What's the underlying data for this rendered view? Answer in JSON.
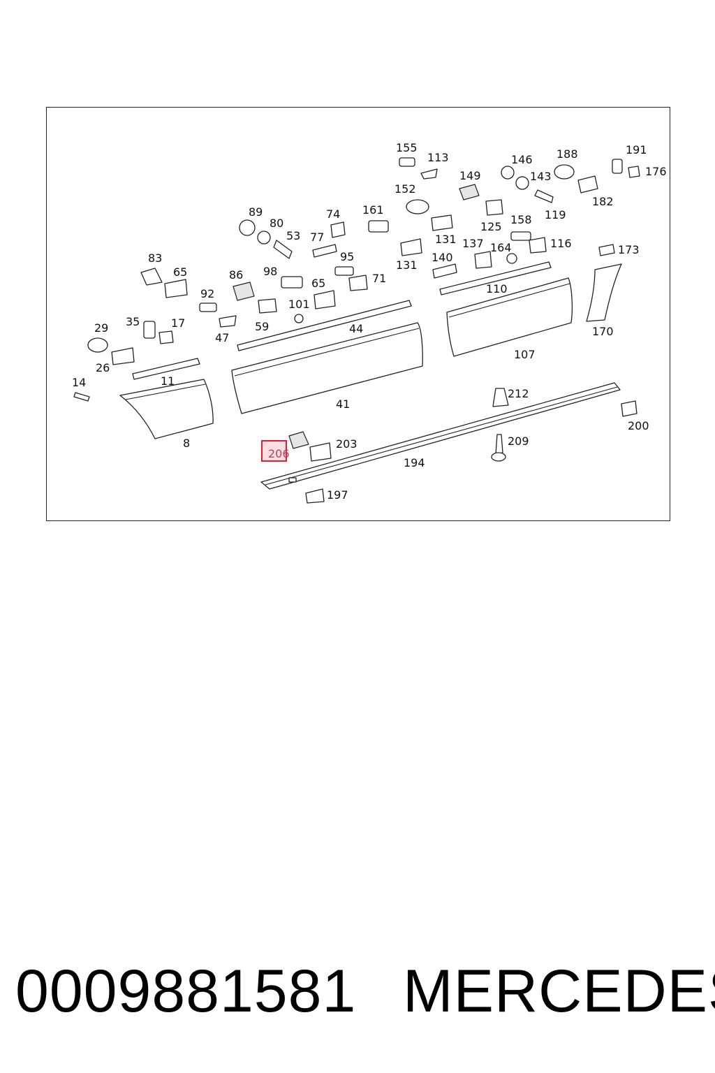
{
  "diagram": {
    "highlighted_label": "206",
    "labels": [
      "155",
      "113",
      "146",
      "188",
      "191",
      "176",
      "149",
      "143",
      "152",
      "182",
      "119",
      "161",
      "125",
      "74",
      "89",
      "80",
      "53",
      "77",
      "131",
      "158",
      "137",
      "116",
      "164",
      "173",
      "140",
      "131",
      "95",
      "83",
      "65",
      "86",
      "98",
      "71",
      "65",
      "110",
      "92",
      "101",
      "170",
      "35",
      "17",
      "44",
      "29",
      "59",
      "47",
      "107",
      "26",
      "11",
      "14",
      "212",
      "41",
      "8",
      "200",
      "209",
      "203",
      "206",
      "194",
      "197"
    ]
  },
  "footer": {
    "part_number": "0009881581",
    "brand": "MERCEDES"
  }
}
